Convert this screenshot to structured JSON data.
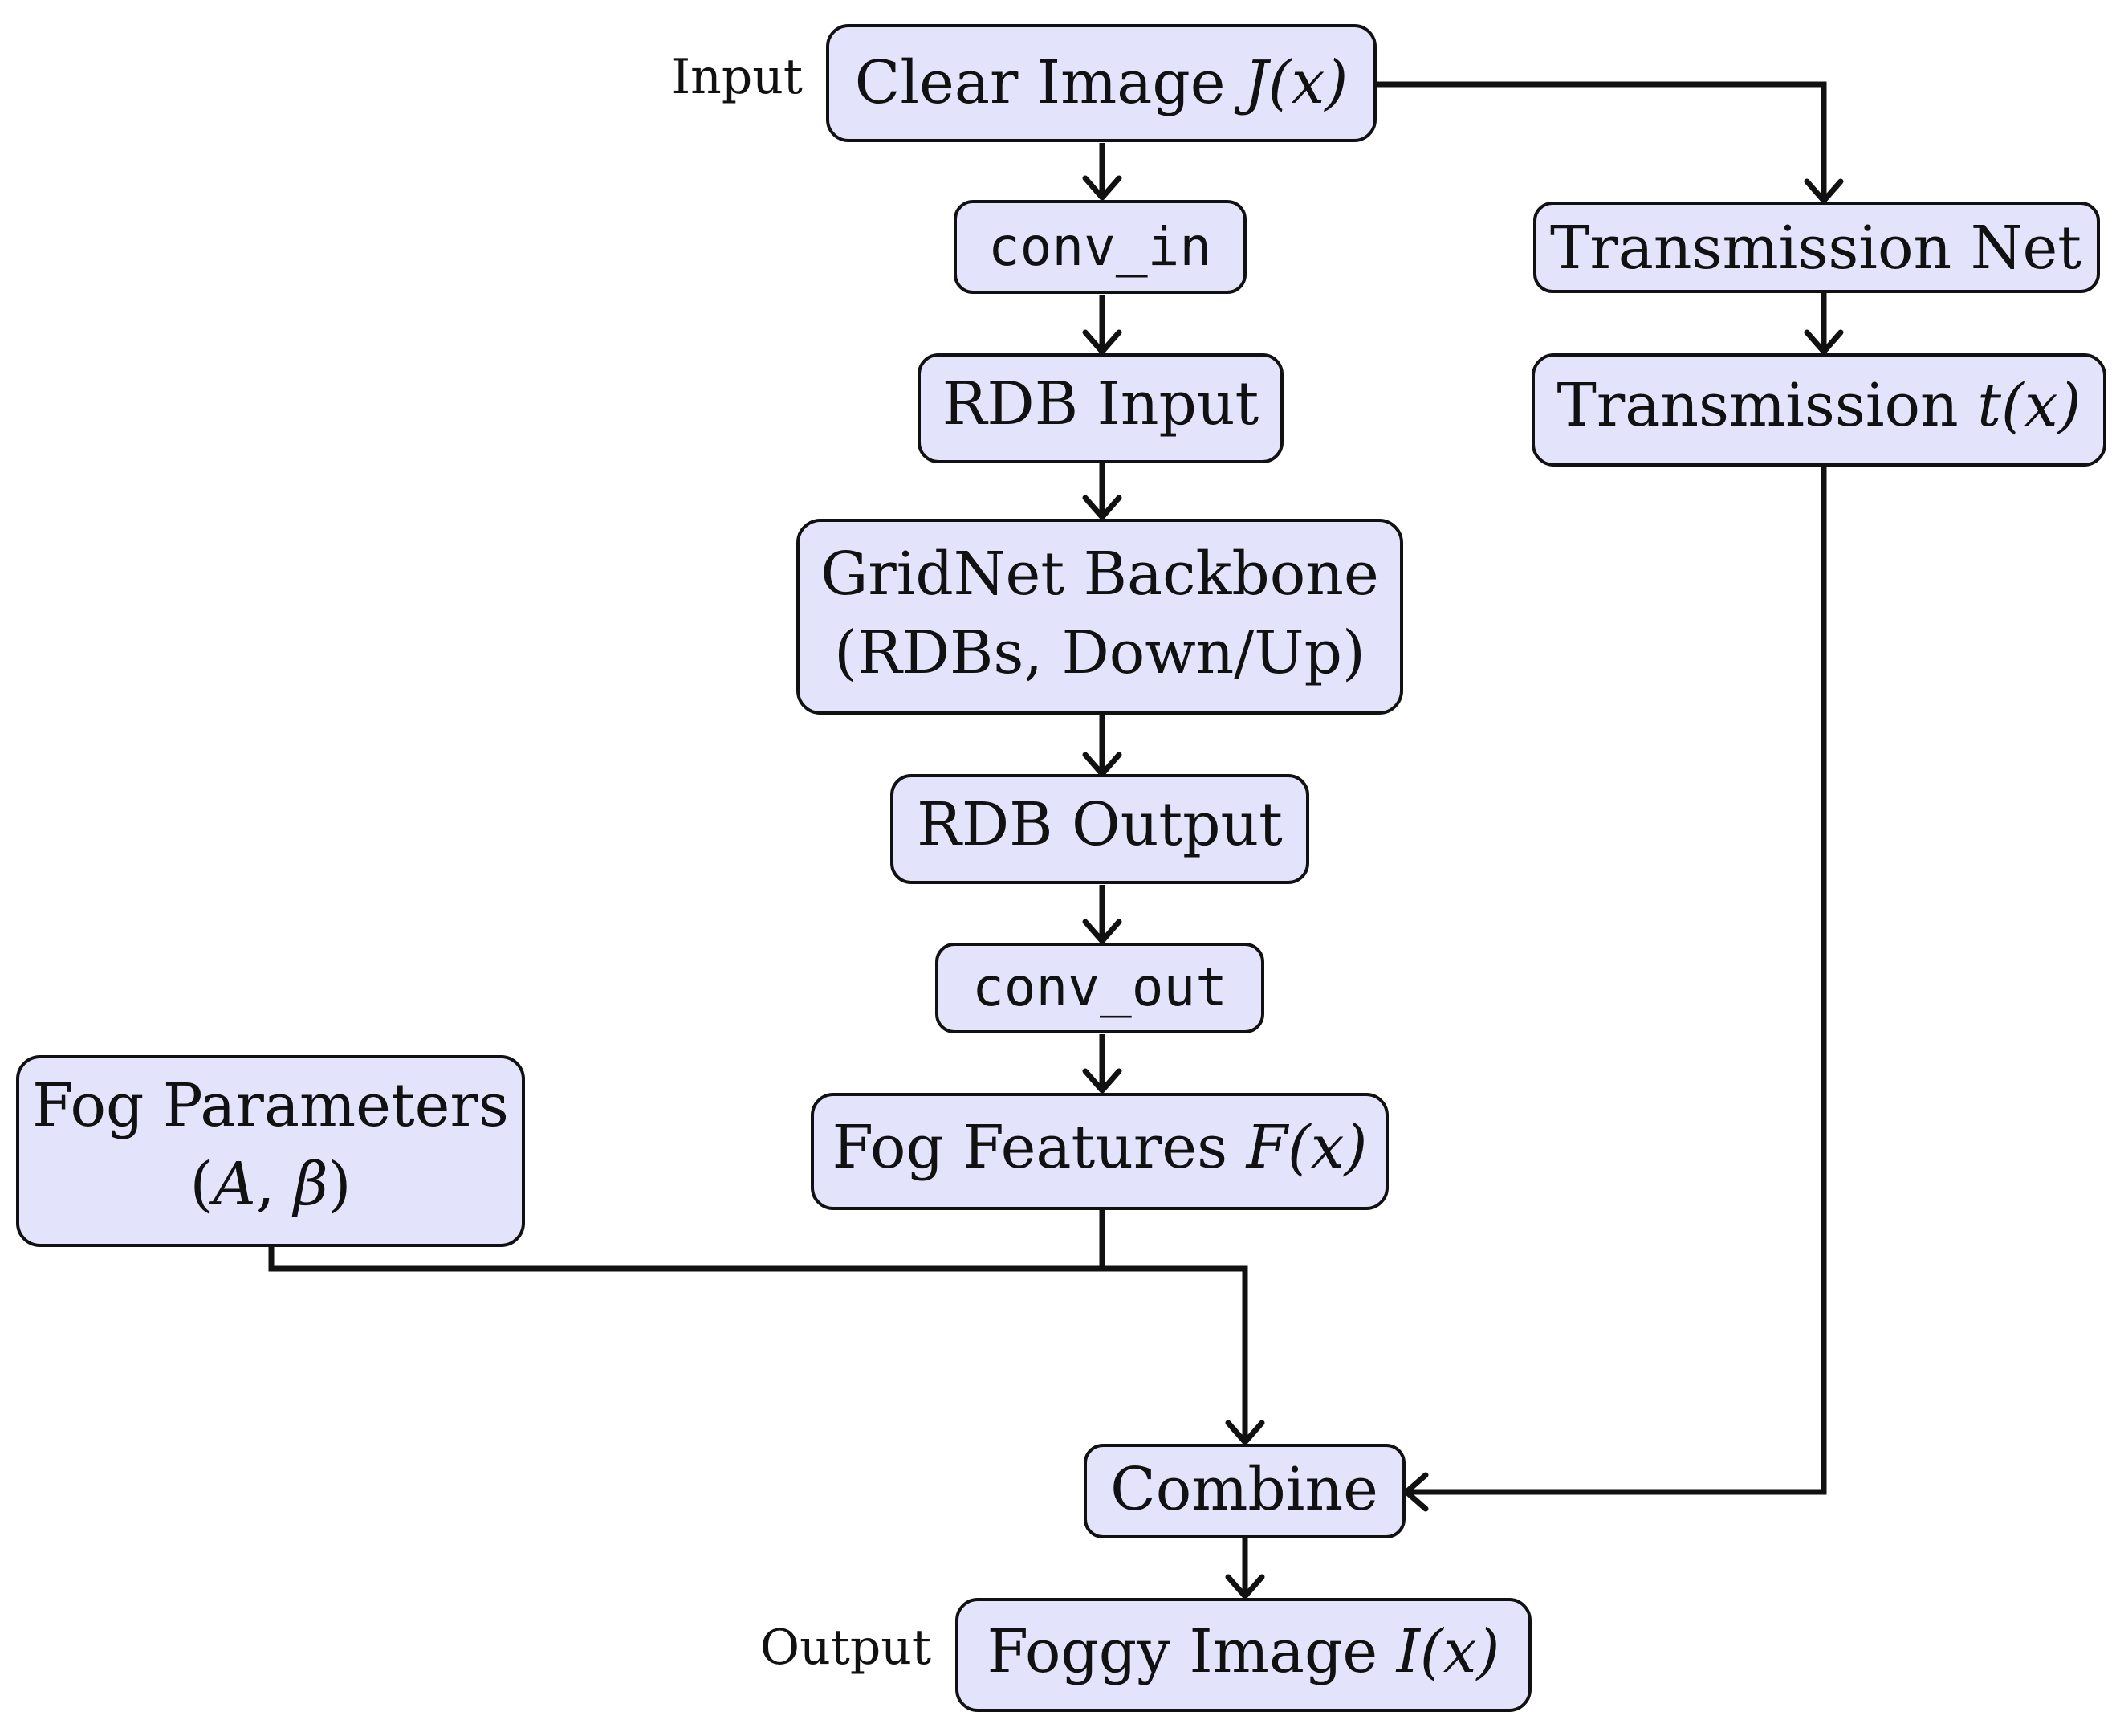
{
  "labels": {
    "input": "Input",
    "output": "Output"
  },
  "nodes": {
    "clear_image": {
      "text": "Clear Image ",
      "math": "J(x)"
    },
    "conv_in": {
      "text": "conv_in"
    },
    "rdb_input": {
      "text": "RDB Input"
    },
    "gridnet": {
      "line1": "GridNet Backbone",
      "line2": "(RDBs, Down/Up)"
    },
    "rdb_output": {
      "text": "RDB Output"
    },
    "conv_out": {
      "text": "conv_out"
    },
    "fog_features": {
      "text": "Fog Features ",
      "math": "F(x)"
    },
    "fog_parameters": {
      "line1": "Fog Parameters",
      "line2_open": "(",
      "line2_math_a": "A",
      "line2_sep": ", ",
      "line2_math_b": "β",
      "line2_close": ")"
    },
    "transmission_net": {
      "text": "Transmission Net"
    },
    "transmission": {
      "text": "Transmission ",
      "math": "t(x)"
    },
    "combine": {
      "text": "Combine"
    },
    "foggy_image": {
      "text": "Foggy Image ",
      "math": "I(x)"
    }
  },
  "colors": {
    "node_fill": "#e3e3fb",
    "stroke": "#111111"
  }
}
